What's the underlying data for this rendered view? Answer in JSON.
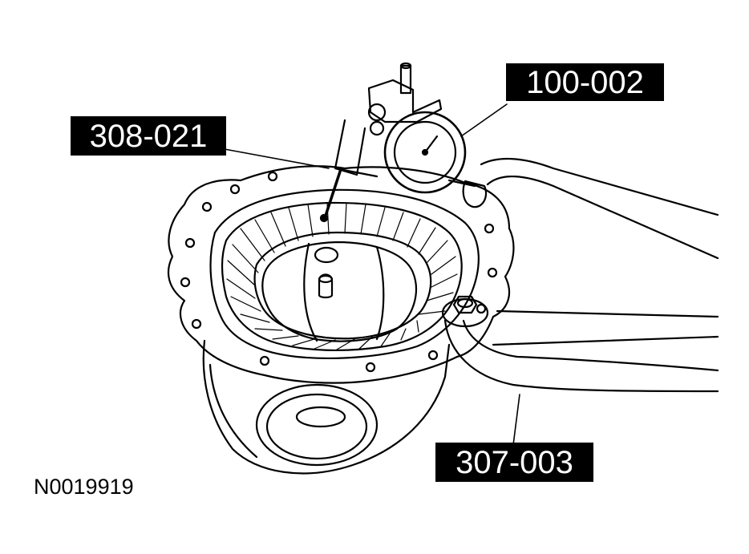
{
  "callouts": {
    "dial_indicator": "100-002",
    "indicator_arm": "308-021",
    "holding_fixture": "307-003"
  },
  "figure_id": "N0019919"
}
